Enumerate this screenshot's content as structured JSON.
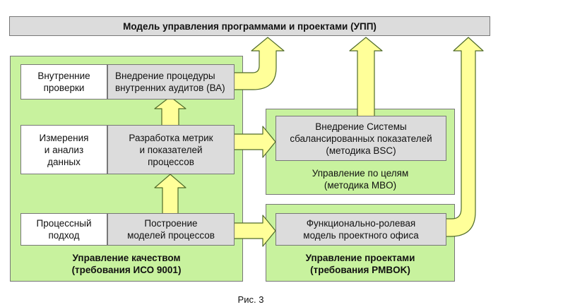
{
  "colors": {
    "panel_fill": "#c8f29e",
    "arrow_fill": "#ffff99",
    "arrow_stroke": "#4f6b2a",
    "box_fill": "#dcdcdc",
    "border": "#777777"
  },
  "header": {
    "title": "Модель управления программами и проектами (УПП)"
  },
  "quality": {
    "footer": "Управление качеством\n(требования ИСО 9001)",
    "rows": [
      {
        "label": "Внутренние\nпроверки",
        "text": "Внедрение процедуры\nвнутренних аудитов (ВА)"
      },
      {
        "label": "Измерения\nи анализ\nданных",
        "text": "Разработка метрик\nи показателей\nпроцессов"
      },
      {
        "label": "Процессный\nподход",
        "text": "Построение\nмоделей процессов"
      }
    ]
  },
  "mbo": {
    "box": "Внедрение Системы\nсбалансированных показателей\n(методика BSC)",
    "footer": "Управление по целям\n(методика MBO)"
  },
  "pm": {
    "box": "Функционально-ролевая\nмодель проектного офиса",
    "footer": "Управление проектами\n(требования PMBOK)"
  },
  "caption": "Рис. 3"
}
